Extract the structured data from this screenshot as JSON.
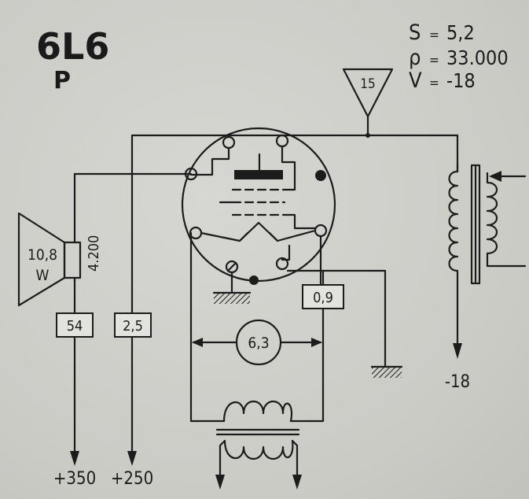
{
  "tube": {
    "type": "6L6",
    "role": "P"
  },
  "parameters": [
    {
      "symbol": "S",
      "eq": "=",
      "value": "5,2"
    },
    {
      "symbol": "ρ",
      "eq": "=",
      "value": "33.000"
    },
    {
      "symbol": "V",
      "eq": "=",
      "value": "-18"
    }
  ],
  "labels": {
    "input_triangle": "15",
    "speaker_power": "10,8",
    "speaker_unit": "W",
    "speaker_impedance": "4.200",
    "anode_current": "54",
    "screen_current": "2,5",
    "cathode_current": "0,9",
    "filament_voltage": "6,3",
    "grid_bias": "-18",
    "anode_supply": "+350",
    "screen_supply": "+250"
  }
}
